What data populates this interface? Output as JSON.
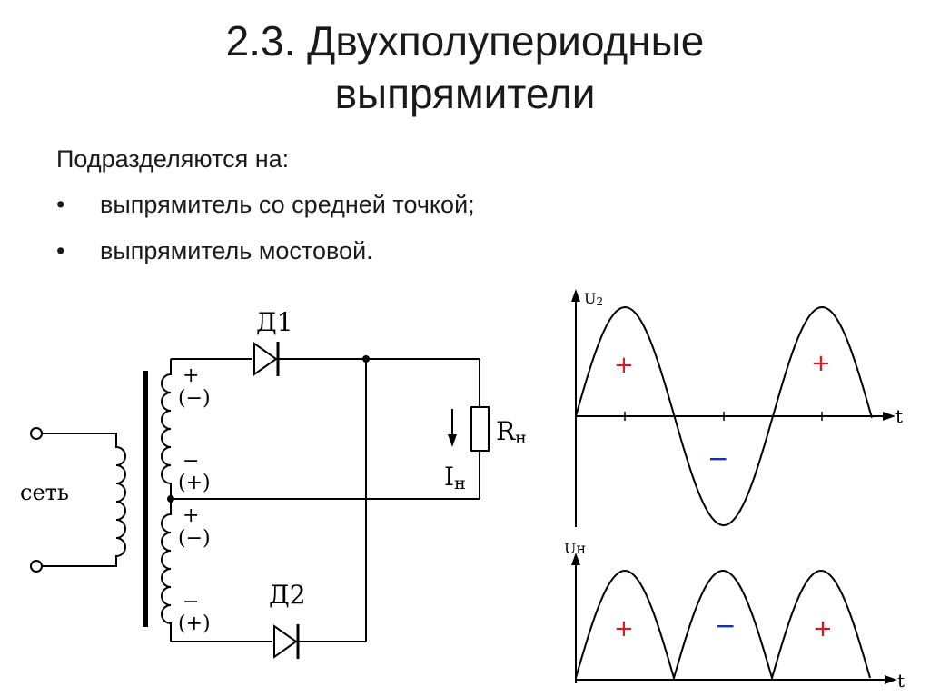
{
  "slide": {
    "title_line1": "2.3. Двухполупериодные",
    "title_line2": "выпрямители",
    "intro": "Подразделяются на:",
    "bullets": [
      {
        "marker": "•",
        "text": "выпрямитель со средней точкой;"
      },
      {
        "marker": "•",
        "text": "выпрямитель мостовой."
      }
    ]
  },
  "circuit": {
    "diode1": "Д1",
    "diode2": "Д2",
    "network": "сеть",
    "resistor": "R",
    "resistor_sub": "н",
    "current": "I",
    "current_sub": "н",
    "plus": "+",
    "minus": "−",
    "plus_circled": "(+)",
    "minus_circled": "(−)"
  },
  "graphs": {
    "top": {
      "ylabel": "U",
      "ylabel_sub": "2",
      "xlabel": "t",
      "signs": [
        "+",
        "−",
        "+"
      ]
    },
    "bottom": {
      "ylabel": "Uн",
      "xlabel": "t",
      "signs": [
        "+",
        "−",
        "+"
      ]
    },
    "colors": {
      "plus": "#e0141e",
      "minus": "#1a2ea8"
    }
  }
}
